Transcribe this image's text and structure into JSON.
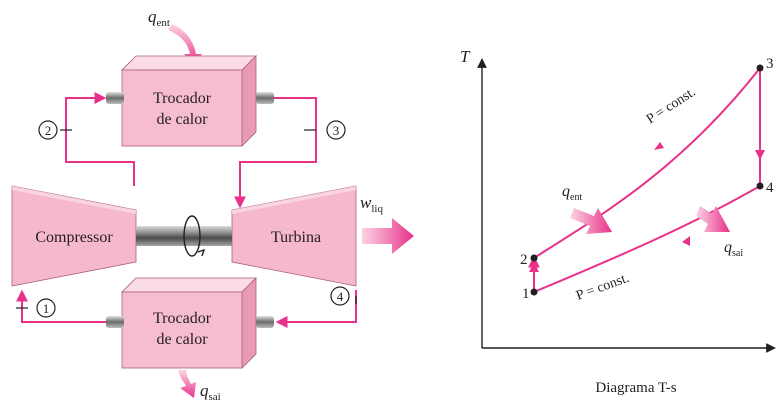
{
  "cycle": {
    "heat_in": {
      "symbol": "q",
      "sub": "ent"
    },
    "heat_out": {
      "symbol": "q",
      "sub": "sai"
    },
    "net_work": {
      "symbol": "w",
      "sub": "liq"
    },
    "heat_exchanger_top": {
      "line1": "Trocador",
      "line2": "de calor"
    },
    "heat_exchanger_bottom": {
      "line1": "Trocador",
      "line2": "de calor"
    },
    "compressor": "Compressor",
    "turbine": "Turbina",
    "states": [
      "1",
      "2",
      "3",
      "4"
    ]
  },
  "ts_diagram": {
    "y_axis": "T",
    "caption": "Diagrama T-s",
    "points": [
      "1",
      "2",
      "3",
      "4"
    ],
    "isobar_high": "P = const.",
    "isobar_low": "P = const.",
    "heat_in": {
      "symbol": "q",
      "sub": "ent"
    },
    "heat_out": {
      "symbol": "q",
      "sub": "sai"
    }
  },
  "colors": {
    "pipe": "#e8318a",
    "box_front": "#f6bcd0",
    "box_top": "#fadbe6",
    "box_side": "#e99ab7",
    "machine": "#f5b8cd",
    "arrow_fill": "#e8318a",
    "ink": "#231f20"
  }
}
